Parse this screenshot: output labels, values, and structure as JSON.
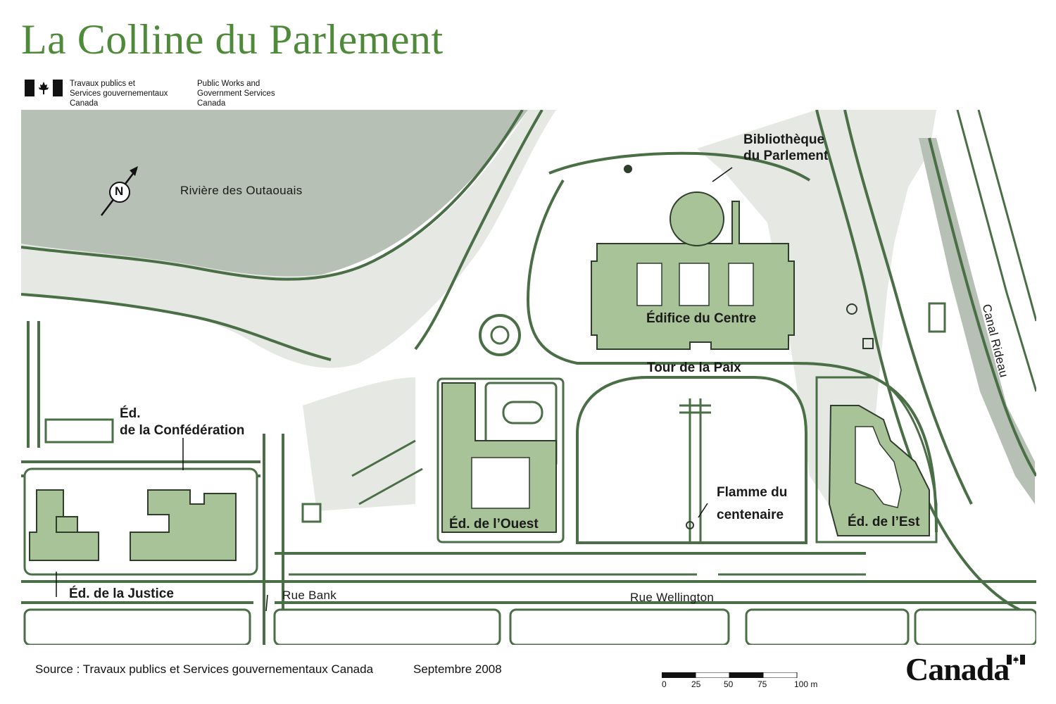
{
  "title": "La Colline du Parlement",
  "department": {
    "fr": [
      "Travaux publics et",
      "Services gouvernementaux",
      "Canada"
    ],
    "en": [
      "Public Works and",
      "Government Services",
      "Canada"
    ]
  },
  "labels": {
    "river": "Rivière des Outaouais",
    "canal": "Canal Rideau",
    "library": [
      "Bibliothèque",
      "du Parlement"
    ],
    "centre_block": "Édifice du Centre",
    "peace_tower": "Tour de la Paix",
    "confederation": [
      "Éd.",
      "de la Confédération"
    ],
    "justice": "Éd. de la Justice",
    "west_block": "Éd. de l’Ouest",
    "east_block": "Éd. de l’Est",
    "flame": [
      "Flamme du",
      "centenaire"
    ],
    "rue_bank": "Rue Bank",
    "rue_wellington": "Rue Wellington",
    "north": "N"
  },
  "footer": {
    "source": "Source :  Travaux publics et Services gouvernementaux Canada",
    "date": "Septembre 2008",
    "wordmark": "Canada",
    "scale_labels": [
      "0",
      "25",
      "50",
      "75",
      "100 m"
    ]
  },
  "colors": {
    "title_green": "#4f8a3a",
    "water": "#b7c0b4",
    "building": "#a8c398",
    "outline": "#4a6e45",
    "ground": "#e8eae6"
  }
}
